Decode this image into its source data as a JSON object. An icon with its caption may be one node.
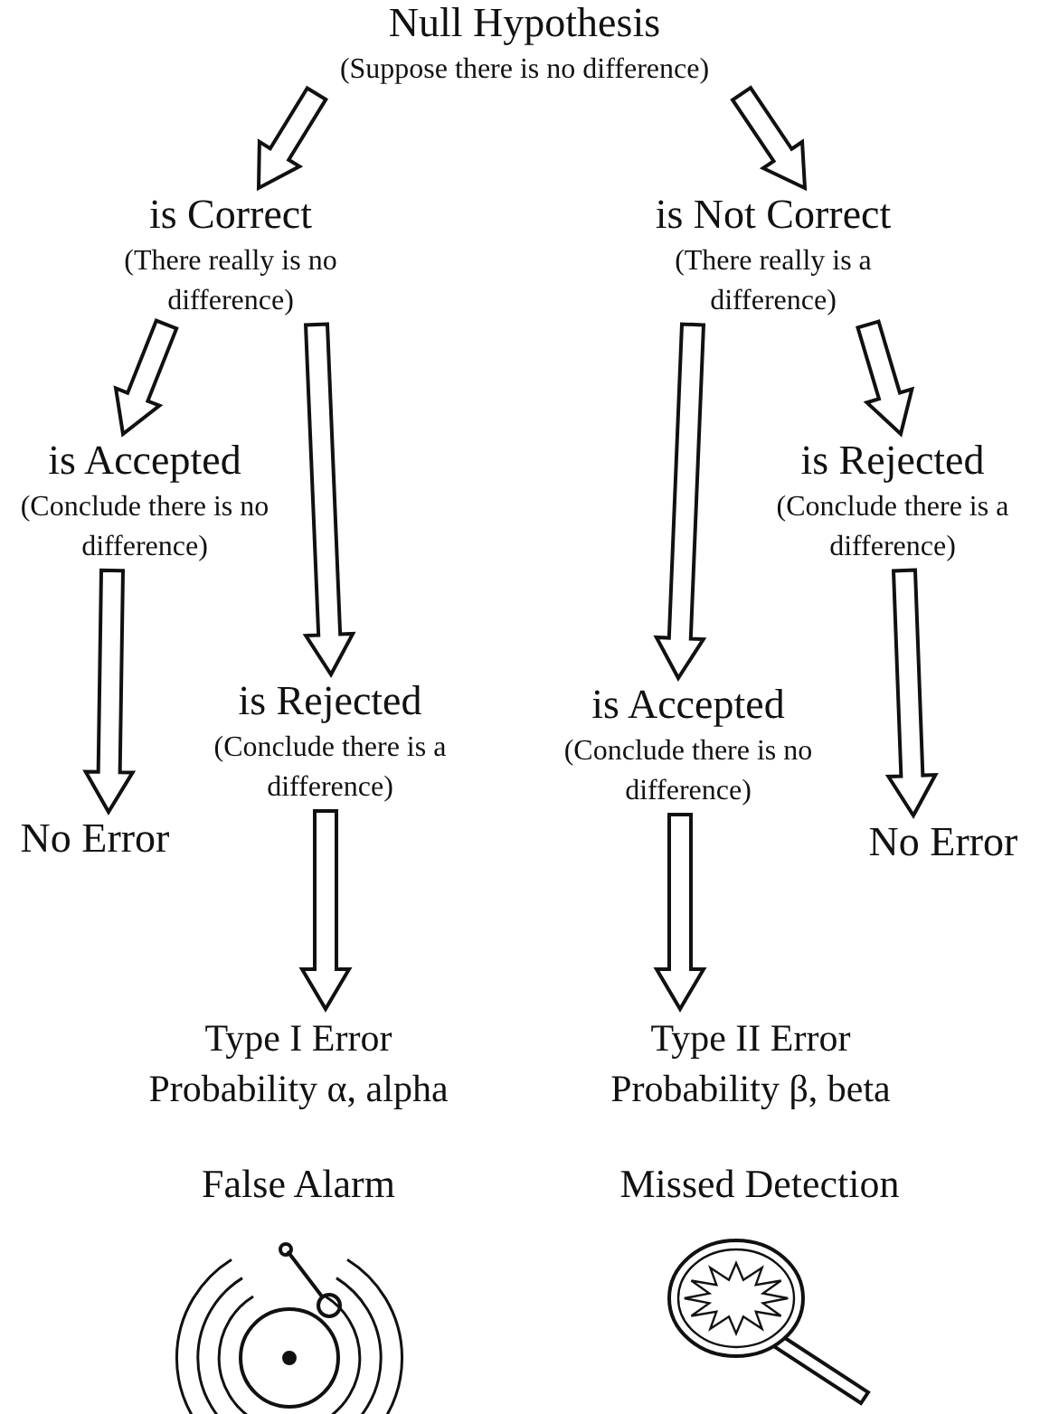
{
  "diagram": {
    "nodes": [
      {
        "text": [
          "Null Hypothesis",
          "(Suppose there is no difference)"
        ]
      },
      {
        "text": [
          "is Correct",
          "(There really is no difference)"
        ]
      },
      {
        "text": [
          "is Not Correct",
          "(There really is a difference)"
        ]
      },
      {
        "text": [
          "is Accepted",
          "(Conclude there is no difference)"
        ]
      },
      {
        "text": [
          "is Rejected",
          "(Conclude there is a difference)"
        ]
      },
      {
        "text": [
          "is Accepted",
          "(Conclude there is no difference)"
        ]
      },
      {
        "text": [
          "is Rejected",
          "(Conclude there is a difference)"
        ]
      },
      {
        "text": [
          "No Error"
        ]
      },
      {
        "text": [
          "No Error"
        ]
      },
      {
        "text": [
          "Type I Error",
          "Probability α, alpha"
        ]
      },
      {
        "text": [
          "Type II Error",
          "Probability β, beta"
        ]
      }
    ],
    "edges": [
      {
        "from": 0,
        "to": 1,
        "arrow": "to"
      },
      {
        "from": 0,
        "to": 2,
        "arrow": "to"
      },
      {
        "from": 1,
        "to": 3,
        "arrow": "to"
      },
      {
        "from": 1,
        "to": 4,
        "arrow": "to"
      },
      {
        "from": 2,
        "to": 5,
        "arrow": "to"
      },
      {
        "from": 2,
        "to": 6,
        "arrow": "to"
      },
      {
        "from": 3,
        "to": 7,
        "arrow": "to"
      },
      {
        "from": 6,
        "to": 8,
        "arrow": "to"
      },
      {
        "from": 4,
        "to": 9,
        "arrow": "to"
      },
      {
        "from": 5,
        "to": 10,
        "arrow": "to"
      }
    ],
    "labels": [
      "False Alarm",
      "Missed Detection"
    ]
  }
}
